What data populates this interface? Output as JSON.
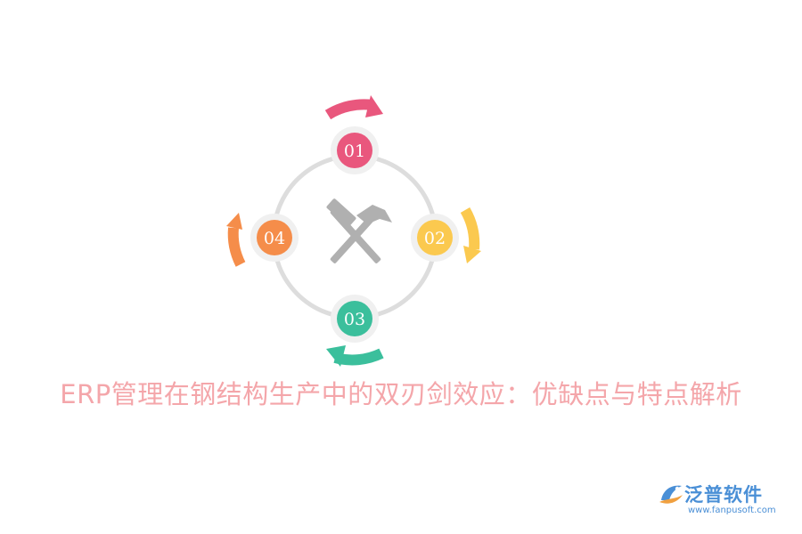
{
  "title": "ERP管理在钢结构生产中的双刃剑效应：优缺点与特点解析",
  "center_icon": "hammer-and-pick-icon",
  "cycle_nodes": [
    {
      "label": "01",
      "color": "#e9577d"
    },
    {
      "label": "02",
      "color": "#fbc94f"
    },
    {
      "label": "03",
      "color": "#3bbf9c"
    },
    {
      "label": "04",
      "color": "#f58d4a"
    }
  ],
  "colors": {
    "ring": "#dddddd",
    "title": "#f4a6aa",
    "brand": "#4a8fd6",
    "icon": "#b0b0b0"
  },
  "brand": {
    "name": "泛普软件",
    "url": "www.fanpusoft.com",
    "logo_icon": "fanpu-logo-icon"
  }
}
